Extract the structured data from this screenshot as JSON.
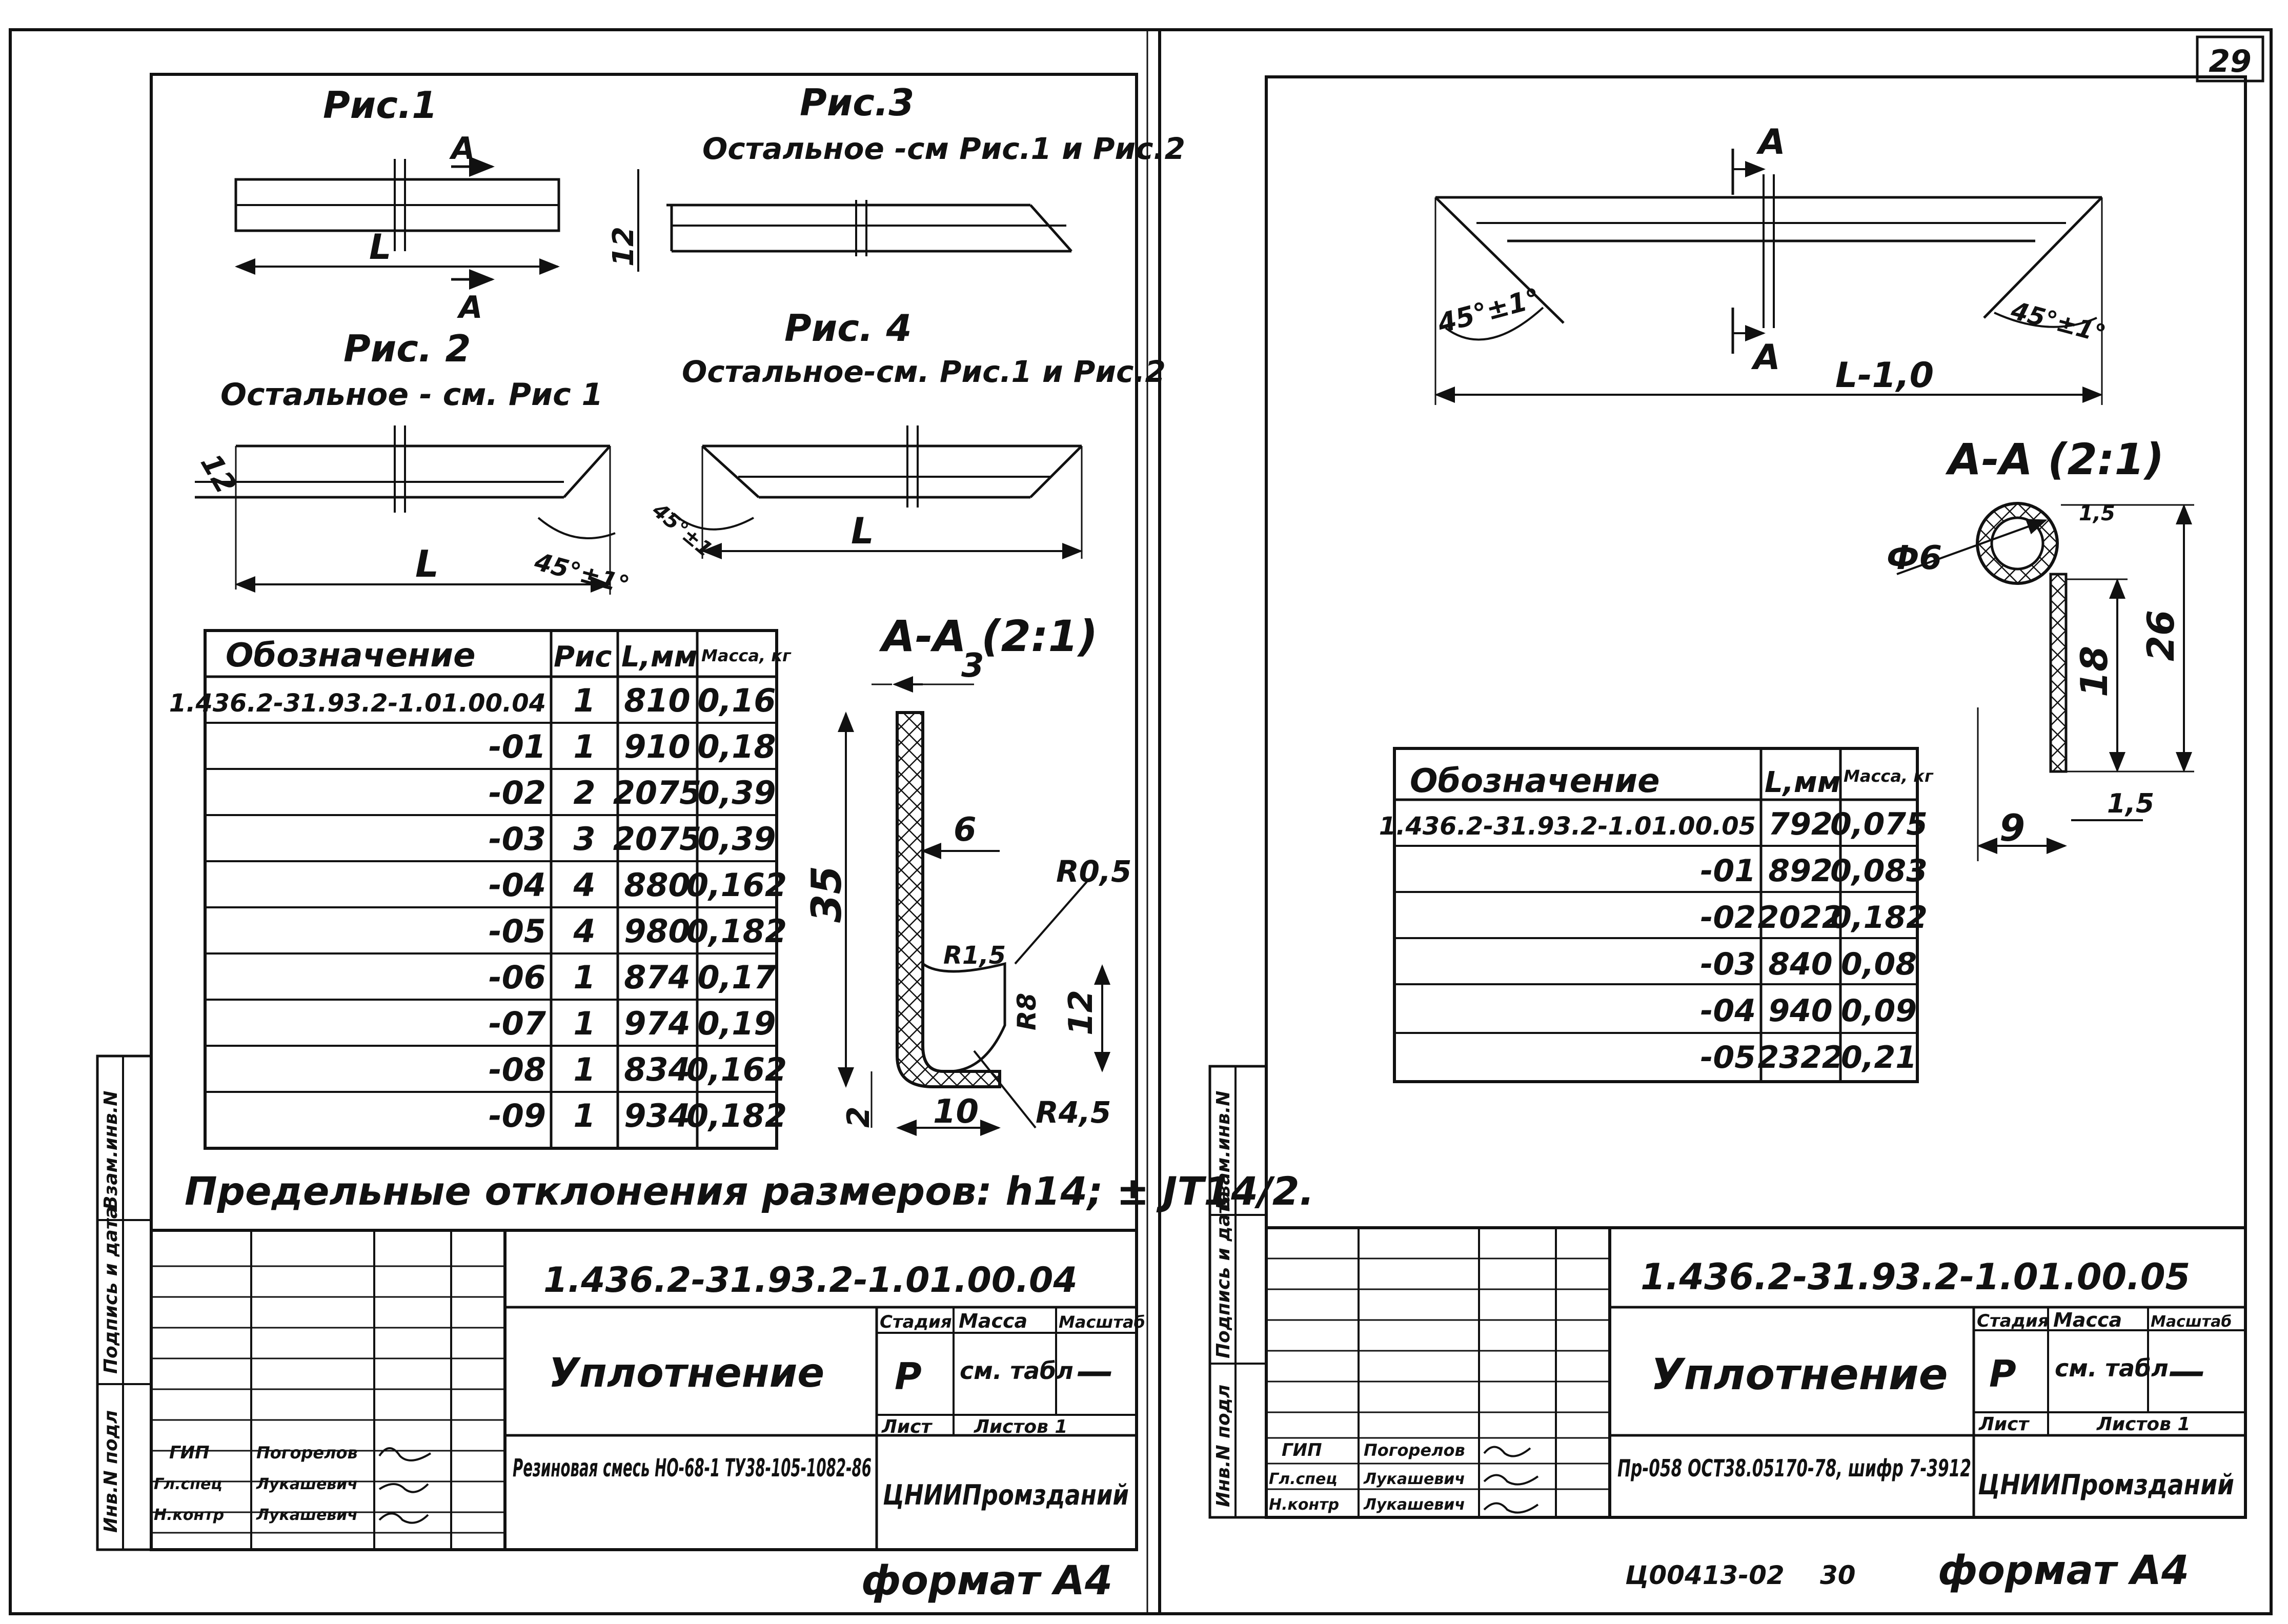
{
  "page_number": "29",
  "left": {
    "fig1": "Рис.1",
    "fig2": "Рис. 2",
    "fig2_note": "Остальное - см. Рис 1",
    "fig3": "Рис.3",
    "fig3_note": "Остальное -см Рис.1 и Рис.2",
    "fig4": "Рис. 4",
    "fig4_note": "Остальное-см. Рис.1 и Рис.2",
    "section_mark": "А",
    "dim_L": "L",
    "dim_12": "12",
    "angle": "45°±1°",
    "section_title": "А-А (2:1)",
    "sec_dims": {
      "d3": "3",
      "d35": "35",
      "d6": "6",
      "r05": "R0,5",
      "r15": "R1,5",
      "r8": "R8",
      "d12": "12",
      "d2": "2",
      "d10": "10",
      "r45": "R4,5"
    },
    "table": {
      "headers": [
        "Обозначение",
        "Рис",
        "L,мм",
        "Масса, кг"
      ],
      "rows": [
        [
          "1.436.2-31.93.2-1.01.00.04",
          "1",
          "810",
          "0,16"
        ],
        [
          "-01",
          "1",
          "910",
          "0,18"
        ],
        [
          "-02",
          "2",
          "2075",
          "0,39"
        ],
        [
          "-03",
          "3",
          "2075",
          "0,39"
        ],
        [
          "-04",
          "4",
          "880",
          "0,162"
        ],
        [
          "-05",
          "4",
          "980",
          "0,182"
        ],
        [
          "-06",
          "1",
          "874",
          "0,17"
        ],
        [
          "-07",
          "1",
          "974",
          "0,19"
        ],
        [
          "-08",
          "1",
          "834",
          "0,162"
        ],
        [
          "-09",
          "1",
          "934",
          "0,182"
        ]
      ]
    },
    "tolerance": "Предельные отклонения размеров: h14; ± JT14/2.",
    "title_block": {
      "code": "1.436.2-31.93.2-1.01.00.04",
      "name": "Уплотнение",
      "stage_h": "Стадия",
      "mass_h": "Масса",
      "scale_h": "Масштаб",
      "stage": "Р",
      "mass": "см. табл",
      "scale": "—",
      "sheet_h": "Лист",
      "sheets_h": "Листов 1",
      "material": "Резиновая смесь НО-68-1 ТУ38-105-1082-86",
      "org": "ЦНИИПромзданий",
      "roles": [
        "ГИП",
        "Гл.спец",
        "Н.контр"
      ],
      "people": [
        "Погорелов",
        "Лукашевич",
        "Лукашевич"
      ]
    },
    "side_labels": [
      "Инв.N подл",
      "Подпись и дата",
      "Взам.инв.N"
    ],
    "format": "формат А4"
  },
  "right": {
    "section_mark": "А",
    "dim_L": "L-1,0",
    "angle": "45°±1°",
    "section_title": "А-А (2:1)",
    "sec_dims": {
      "d6": "Ф6",
      "d15a": "1,5",
      "d26": "26",
      "d18": "18",
      "d15b": "1,5",
      "d9": "9"
    },
    "table": {
      "headers": [
        "Обозначение",
        "L,мм",
        "Масса, кг"
      ],
      "rows": [
        [
          "1.436.2-31.93.2-1.01.00.05",
          "792",
          "0,075"
        ],
        [
          "-01",
          "892",
          "0,083"
        ],
        [
          "-02",
          "2022",
          "0,182"
        ],
        [
          "-03",
          "840",
          "0,08"
        ],
        [
          "-04",
          "940",
          "0,09"
        ],
        [
          "-05",
          "2322",
          "0,21"
        ]
      ]
    },
    "title_block": {
      "code": "1.436.2-31.93.2-1.01.00.05",
      "name": "Уплотнение",
      "stage_h": "Стадия",
      "mass_h": "Масса",
      "scale_h": "Масштаб",
      "stage": "Р",
      "mass": "см. табл",
      "scale": "—",
      "sheet_h": "Лист",
      "sheets_h": "Листов 1",
      "material": "Пр-058 ОСТ38.05170-78, шифр 7-3912",
      "org": "ЦНИИПромзданий",
      "roles": [
        "ГИП",
        "Гл.спец",
        "Н.контр"
      ],
      "people": [
        "Погорелов",
        "Лукашевич",
        "Лукашевич"
      ]
    },
    "side_labels": [
      "Инв.N подл",
      "Подпись и дата",
      "Взам.инв.N"
    ],
    "doc_code": "Ц00413-02",
    "doc_num": "30",
    "format": "формат А4"
  }
}
